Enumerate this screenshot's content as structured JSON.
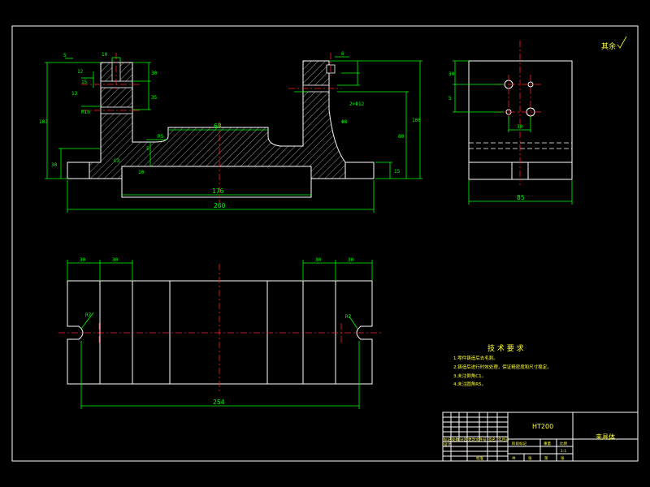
{
  "drawing": {
    "surface_mark": "其余",
    "part_name": "夹具体",
    "material": "HT200",
    "tech_requirements": {
      "title": "技 术 要 求",
      "items": [
        "1.零件铸造后去毛刺。",
        "2.铸造后进行时效处理，保证精密度和尺寸稳定。",
        "3.未注倒角C1。",
        "4.未注圆角R5。"
      ]
    },
    "title_block": {
      "row_labels": [
        "标记",
        "处数",
        "分区",
        "更改文件号",
        "签名",
        "年月日"
      ],
      "design_label": "设计",
      "stage_label": "阶段标记",
      "weight_label": "重量",
      "scale_label": "比例",
      "scale_value": "1:1",
      "sheet_labels": [
        "共",
        "张",
        "第",
        "张"
      ],
      "approve_label": "批准"
    }
  },
  "front_view": {
    "dims": [
      "5",
      "12",
      "10",
      "30",
      "15",
      "35",
      "13",
      "M10",
      "6",
      "2×Φ12",
      "Φ8",
      "107",
      "30",
      "R5",
      "68",
      "5",
      "10",
      "176",
      "260",
      "80",
      "100",
      "15",
      "C3"
    ]
  },
  "side_view": {
    "dims": [
      "30",
      "5",
      "30",
      "85"
    ]
  },
  "top_view": {
    "dims": [
      "30",
      "30",
      "30",
      "30",
      "R7",
      "R7",
      "254"
    ]
  },
  "colors": {
    "background": "#000000",
    "outline": "#ffffff",
    "dimension": "#00ff00",
    "centerline": "#ff2020",
    "annotation": "#ffff33"
  }
}
